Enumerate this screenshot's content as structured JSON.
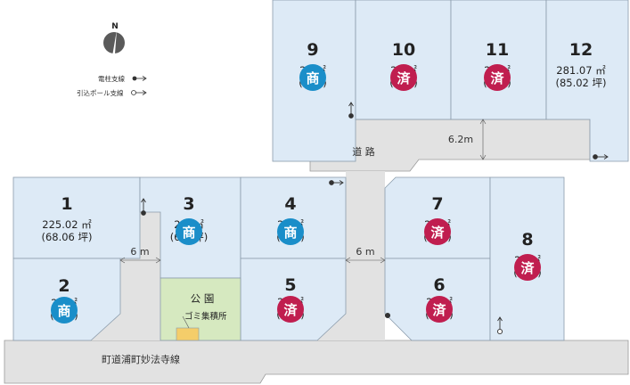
{
  "map": {
    "north": "N",
    "legend": [
      {
        "label": "電柱支線",
        "symbol": "filled"
      },
      {
        "label": "引込ポール支線",
        "symbol": "hollow"
      }
    ],
    "roads": {
      "main": "町道浦町妙法寺線",
      "upper": "道 路",
      "width_upper": "6.2m",
      "width_left": "6 m",
      "width_center": "6 m"
    },
    "park": {
      "label": "公 園",
      "garbage": "ゴミ集積所"
    },
    "badges": {
      "commercial": "商",
      "sold": "済"
    },
    "colors": {
      "lot_fill": "#ddeaf6",
      "lot_stroke": "#8a9bab",
      "road_fill": "#e2e2e2",
      "road_stroke": "#9a9a9a",
      "park_fill": "#d6e9c0",
      "garbage_fill": "#f4cd6a",
      "badge_commercial": "#1a8ec9",
      "badge_sold": "#c01e4f"
    },
    "lots": [
      {
        "number": "1",
        "area_m2": "225.02 ㎡",
        "area_tsubo": "(68.06 坪)",
        "badge": null
      },
      {
        "number": "2",
        "area_m2": "20 ㎡",
        "area_tsubo": "(6 坪)",
        "badge": "commercial"
      },
      {
        "number": "3",
        "area_m2": "2 3 ㎡",
        "area_tsubo": "(6 6 坪)",
        "badge": "commercial"
      },
      {
        "number": "4",
        "area_m2": "20 ㎡",
        "area_tsubo": "(6 坪)",
        "badge": "commercial"
      },
      {
        "number": "5",
        "area_m2": "20 ㎡",
        "area_tsubo": "(6 坪)",
        "badge": "sold"
      },
      {
        "number": "6",
        "area_m2": "20 ㎡",
        "area_tsubo": "(6 坪)",
        "badge": "sold"
      },
      {
        "number": "7",
        "area_m2": "20 ㎡",
        "area_tsubo": "(6 坪)",
        "badge": "sold"
      },
      {
        "number": "8",
        "area_m2": "29 ㎡",
        "area_tsubo": "(8 坪)",
        "badge": "sold"
      },
      {
        "number": "9",
        "area_m2": "27 ㎡",
        "area_tsubo": "(8 坪)",
        "badge": "commercial"
      },
      {
        "number": "10",
        "area_m2": "27 ㎡",
        "area_tsubo": "(8 坪)",
        "badge": "sold"
      },
      {
        "number": "11",
        "area_m2": "27 ㎡",
        "area_tsubo": "(8 坪)",
        "badge": "sold"
      },
      {
        "number": "12",
        "area_m2": "281.07 ㎡",
        "area_tsubo": "(85.02 坪)",
        "badge": null
      }
    ]
  }
}
